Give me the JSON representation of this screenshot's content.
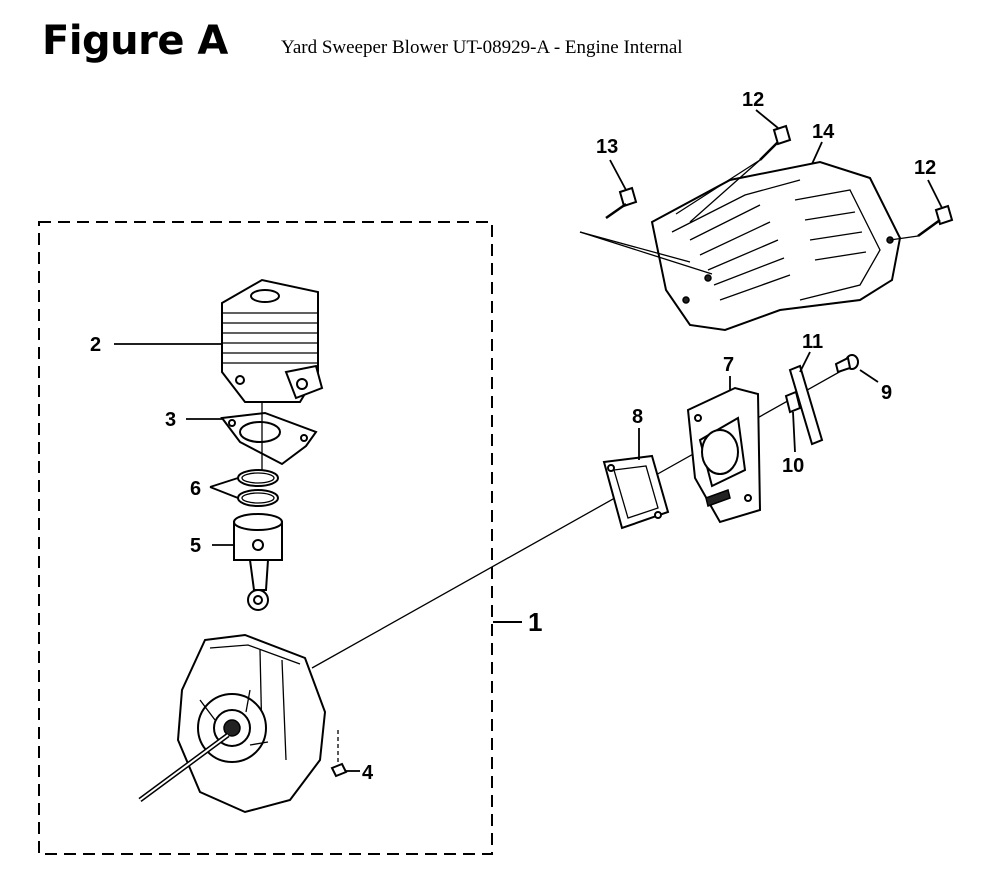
{
  "header": {
    "figure_title": "Figure A",
    "subtitle": "Yard Sweeper Blower UT-08929-A - Engine Internal"
  },
  "callouts": {
    "c1": "1",
    "c2": "2",
    "c3": "3",
    "c4": "4",
    "c5": "5",
    "c6": "6",
    "c7": "7",
    "c8": "8",
    "c9": "9",
    "c10": "10",
    "c11": "11",
    "c12a": "12",
    "c12b": "12",
    "c13": "13",
    "c14": "14"
  }
}
